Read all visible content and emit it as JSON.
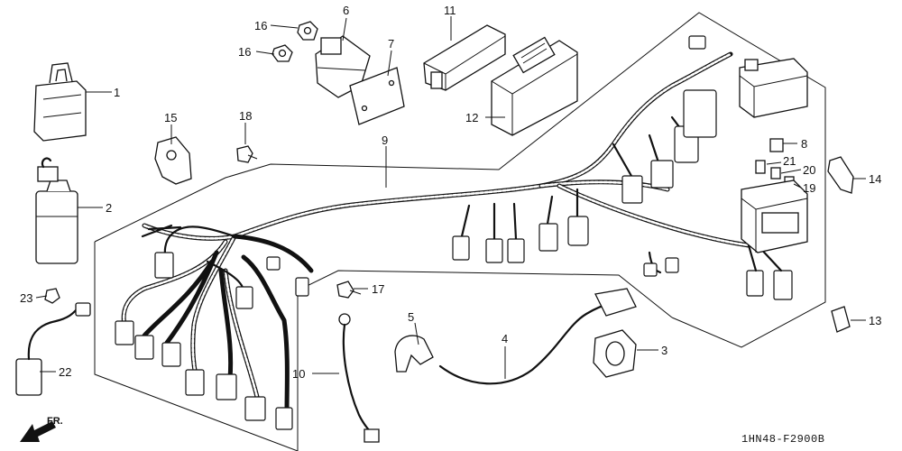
{
  "diagram": {
    "code": "1HN48-F2900B",
    "front_label": "FR.",
    "callouts": [
      {
        "id": "c1",
        "text": "1"
      },
      {
        "id": "c2",
        "text": "2"
      },
      {
        "id": "c3",
        "text": "3"
      },
      {
        "id": "c4",
        "text": "4"
      },
      {
        "id": "c5",
        "text": "5"
      },
      {
        "id": "c6",
        "text": "6"
      },
      {
        "id": "c7",
        "text": "7"
      },
      {
        "id": "c8",
        "text": "8"
      },
      {
        "id": "c9",
        "text": "9"
      },
      {
        "id": "c10",
        "text": "10"
      },
      {
        "id": "c11",
        "text": "11"
      },
      {
        "id": "c12",
        "text": "12"
      },
      {
        "id": "c13",
        "text": "13"
      },
      {
        "id": "c14",
        "text": "14"
      },
      {
        "id": "c15",
        "text": "15"
      },
      {
        "id": "c16a",
        "text": "16"
      },
      {
        "id": "c16b",
        "text": "16"
      },
      {
        "id": "c17",
        "text": "17"
      },
      {
        "id": "c18",
        "text": "18"
      },
      {
        "id": "c19",
        "text": "19"
      },
      {
        "id": "c20",
        "text": "20"
      },
      {
        "id": "c21",
        "text": "21"
      },
      {
        "id": "c22",
        "text": "22"
      },
      {
        "id": "c23",
        "text": "23"
      }
    ]
  }
}
